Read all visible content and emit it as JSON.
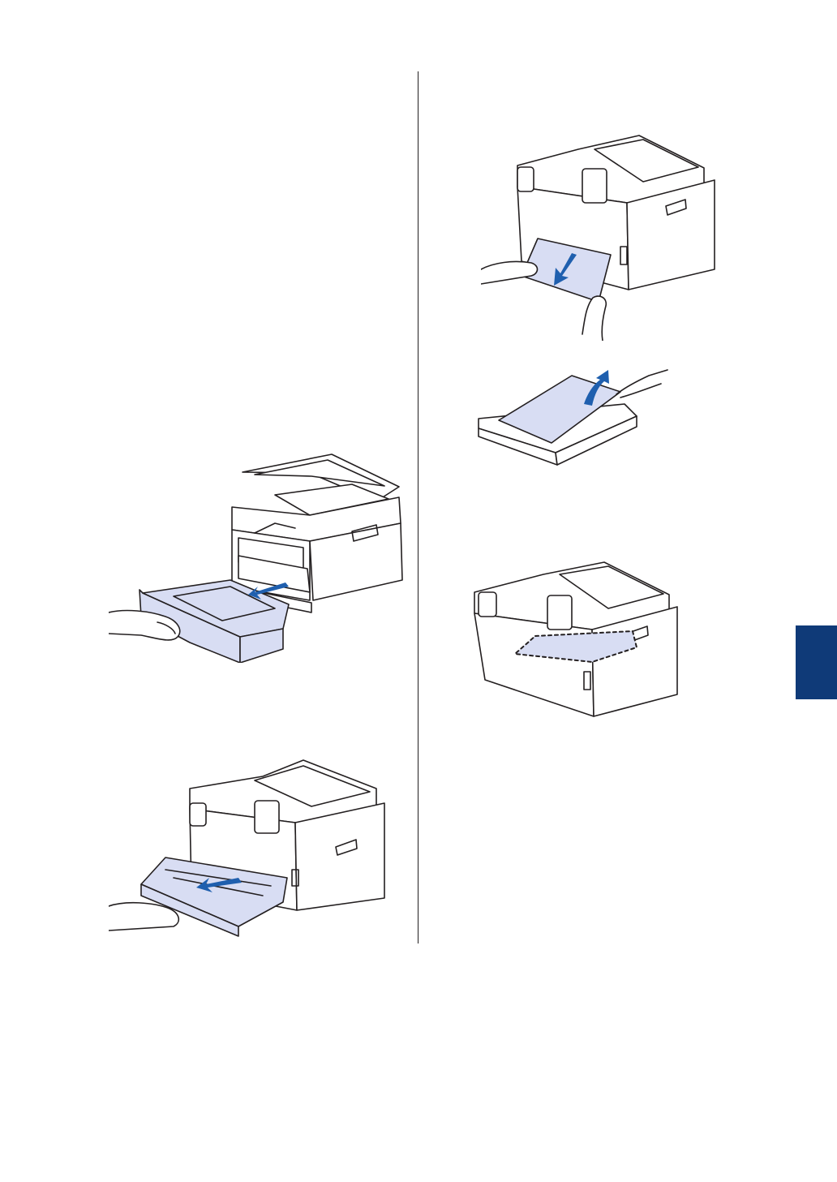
{
  "page": {
    "accent_color": "#0f3a78",
    "paper_color": "#d8ddf3",
    "arrow_color": "#1f5fae",
    "line_color": "#231f20"
  },
  "figures": [
    {
      "id": "tray-front",
      "icon": "printer-front-tray-pull-icon"
    },
    {
      "id": "duplex-tray",
      "icon": "printer-rear-duplex-tray-icon"
    },
    {
      "id": "rear-jam",
      "icon": "printer-rear-paper-jam-icon"
    },
    {
      "id": "tray-paper",
      "icon": "paper-tray-lift-paper-icon"
    },
    {
      "id": "inside-area",
      "icon": "printer-inside-jam-area-icon"
    }
  ]
}
